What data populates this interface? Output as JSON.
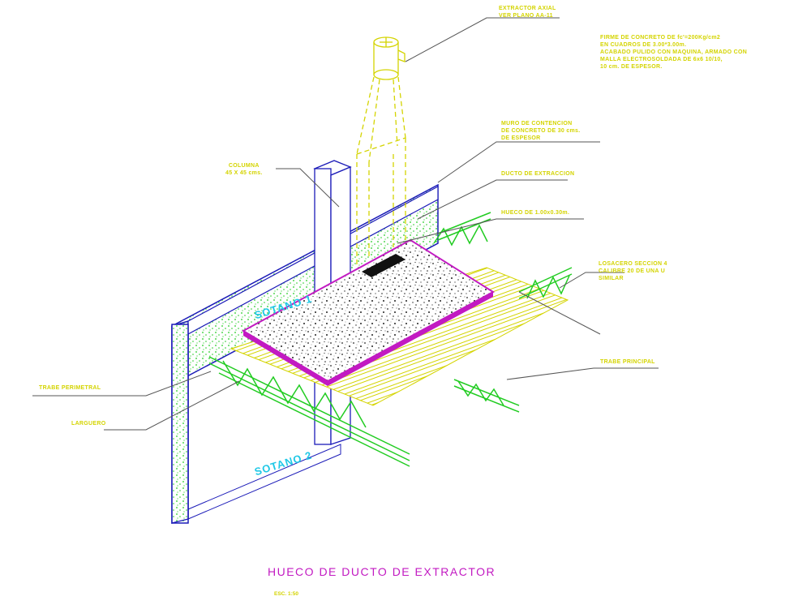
{
  "drawing": {
    "title": "HUECO DE DUCTO DE EXTRACTOR",
    "scale": "ESC. 1:50",
    "colors": {
      "yellow": "#d4d400",
      "green": "#22cc22",
      "magenta": "#c21ac2",
      "cyan": "#1fc8e6",
      "blue": "#1b1bb8",
      "red": "#d01010",
      "gray": "#555555"
    },
    "rooms": {
      "sotano1": "SOTANO 1",
      "sotano2": "SOTANO 2"
    },
    "labels": {
      "extractor": [
        "EXTRACTOR AXIAL",
        "VER PLANO AA-11"
      ],
      "firme": [
        "FIRME DE CONCRETO DE fc'=200Kg/cm2",
        "EN CUADROS DE 3.00*3.00m.",
        "ACABADO PULIDO CON MAQUINA, ARMADO CON",
        "MALLA ELECTROSOLDADA DE 6x6 10/10,",
        "10 cm. DE ESPESOR."
      ],
      "muro": [
        "MURO DE CONTENCION",
        "DE CONCRETO DE 30 cms.",
        "DE ESPESOR"
      ],
      "columna": [
        "COLUMNA",
        "45 X 45 cms."
      ],
      "ducto": [
        "DUCTO DE EXTRACCION"
      ],
      "hueco": [
        "HUECO DE 1.00x0.30m."
      ],
      "losacero": [
        "LOSACERO SECCION 4",
        "CALIBRE 20 DE UNA U",
        "SIMILAR"
      ],
      "trabe_perimetral": [
        "TRABE PERIMETRAL"
      ],
      "larguero": [
        "LARGUERO"
      ],
      "trabe_principal": [
        "TRABE PRINCIPAL"
      ]
    }
  }
}
